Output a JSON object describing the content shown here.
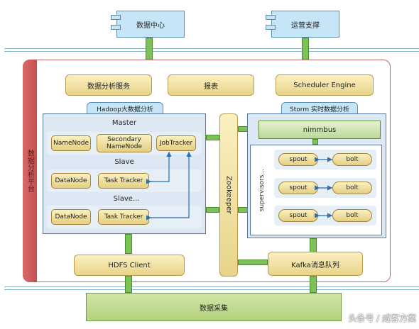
{
  "top_boxes": {
    "data_center": "数据中心",
    "ops_support": "运营支撑"
  },
  "platform": {
    "label": "数据分析平台"
  },
  "services": {
    "data_analysis_service": "数据分析服务",
    "report": "报表",
    "scheduler": "Scheduler Engine"
  },
  "hadoop": {
    "title": "Hadoop大数据分析",
    "master_label": "Master",
    "namenode": "NameNode",
    "secondary_namenode": "Secondary NameNode",
    "jobtracker": "JobTracker",
    "slave_label": "Slave",
    "slave2_label": "Slave...",
    "datanode": "DataNode",
    "tasktracker": "Task Tracker"
  },
  "zookeeper": "Zookeeper",
  "storm": {
    "title": "Storm 实时数据分析",
    "nimbus": "nimmbus",
    "supervisors": "supervisors...",
    "spout": "spout",
    "bolt": "bolt"
  },
  "hdfs_client": "HDFS Client",
  "kafka": "Kafka消息队列",
  "data_collection": "数据采集",
  "watermark": "头条号 / 威客方案"
}
